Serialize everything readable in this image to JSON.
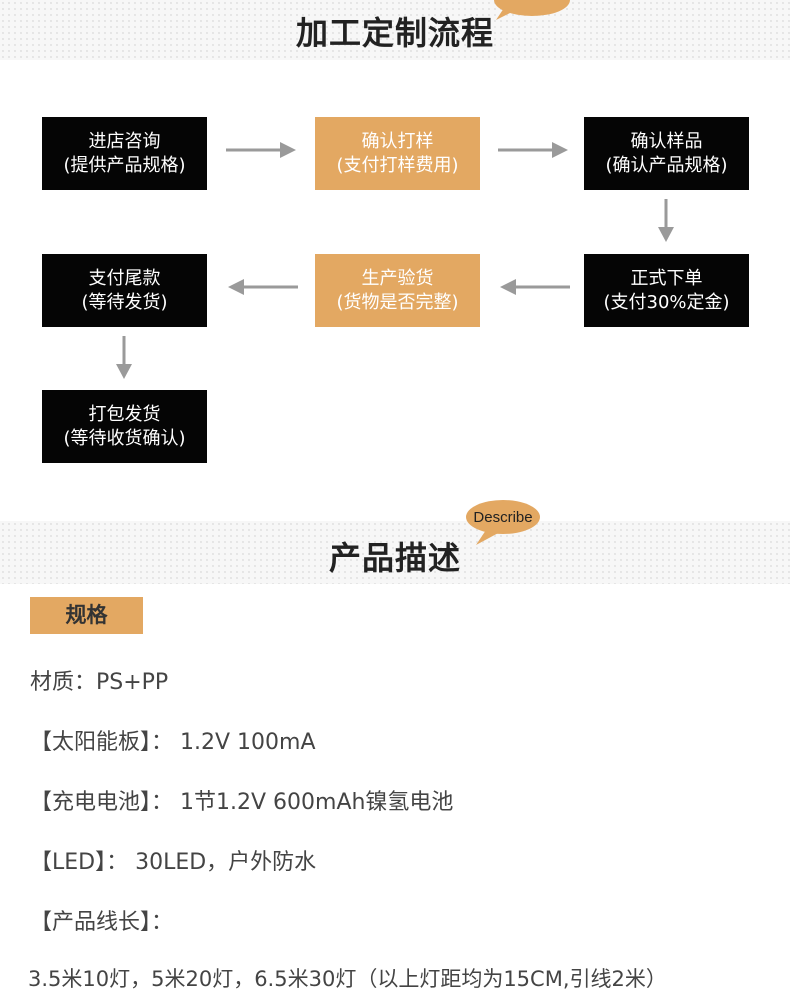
{
  "section1": {
    "title": "加工定制流程"
  },
  "flow": [
    {
      "line1": "进店咨询",
      "line2": "(提供产品规格)"
    },
    {
      "line1": "确认打样",
      "line2": "(支付打样费用)"
    },
    {
      "line1": "确认样品",
      "line2": "(确认产品规格)"
    },
    {
      "line1": "正式下单",
      "line2": "(支付30%定金)"
    },
    {
      "line1": "生产验货",
      "line2": "(货物是否完整)"
    },
    {
      "line1": "支付尾款",
      "line2": "(等待发货)"
    },
    {
      "line1": "打包发货",
      "line2": "(等待收货确认)"
    }
  ],
  "section2": {
    "title": "产品描述",
    "bubble": "Describe"
  },
  "spec": {
    "tag": "规格",
    "lines": [
      "材质：PS+PP",
      "【太阳能板】： 1.2V 100mA",
      "【充电电池】： 1节1.2V 600mAh镍氢电池",
      "【LED】： 30LED，户外防水",
      "【产品线长】：",
      "3.5米10灯，5米20灯，6.5米30灯（以上灯距均为15CM,引线2米）"
    ]
  },
  "colors": {
    "dark_box": "#050505",
    "orange_box": "#e3a862",
    "arrow": "#9a9a9a",
    "bubble": "#e3a862"
  }
}
